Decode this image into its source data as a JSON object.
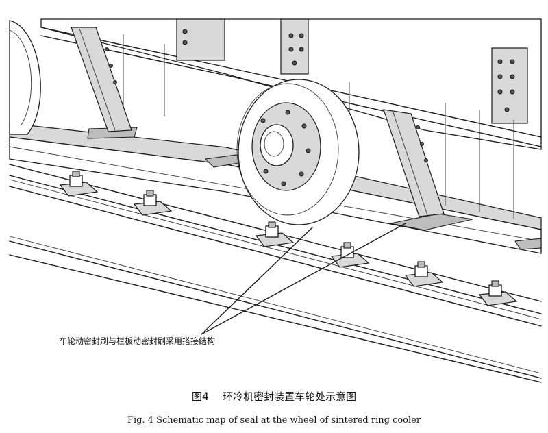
{
  "callout": {
    "label": "车轮动密封刷与栏板动密封刷采用搭接结构"
  },
  "caption": {
    "cn_prefix": "图",
    "cn_number": "4",
    "cn_title": "环冷机密封装置车轮处示意图",
    "en": "Fig. 4    Schematic map of seal at the wheel of sintered ring cooler"
  }
}
